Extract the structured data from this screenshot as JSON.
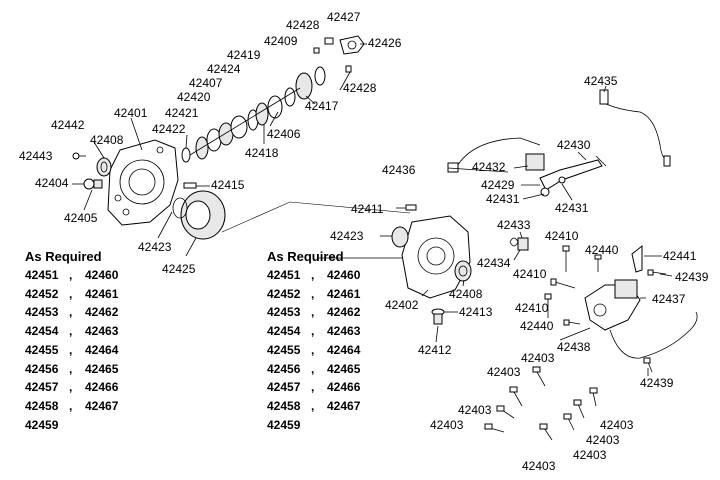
{
  "callouts": {
    "c42401": "42401",
    "c42402": "42402",
    "c42403a": "42403",
    "c42403b": "42403",
    "c42403c": "42403",
    "c42403d": "42403",
    "c42403e": "42403",
    "c42403f": "42403",
    "c42403g": "42403",
    "c42403h": "42403",
    "c42404": "42404",
    "c42405": "42405",
    "c42406": "42406",
    "c42407": "42407",
    "c42408a": "42408",
    "c42408b": "42408",
    "c42409": "42409",
    "c42410a": "42410",
    "c42410b": "42410",
    "c42410c": "42410",
    "c42411": "42411",
    "c42412": "42412",
    "c42413": "42413",
    "c42415": "42415",
    "c42417": "42417",
    "c42418": "42418",
    "c42419": "42419",
    "c42420": "42420",
    "c42421": "42421",
    "c42422": "42422",
    "c42423a": "42423",
    "c42423b": "42423",
    "c42424": "42424",
    "c42425": "42425",
    "c42426": "42426",
    "c42427": "42427",
    "c42428a": "42428",
    "c42428b": "42428",
    "c42429": "42429",
    "c42430": "42430",
    "c42431a": "42431",
    "c42431b": "42431",
    "c42432": "42432",
    "c42433": "42433",
    "c42434": "42434",
    "c42435": "42435",
    "c42436": "42436",
    "c42437": "42437",
    "c42438": "42438",
    "c42439a": "42439",
    "c42439b": "42439",
    "c42440a": "42440",
    "c42440b": "42440",
    "c42441": "42441",
    "c42442": "42442",
    "c42443": "42443"
  },
  "left_table": {
    "heading": "As Required",
    "rows": [
      {
        "a": "42451",
        "sep": ",",
        "b": "42460"
      },
      {
        "a": "42452",
        "sep": ",",
        "b": "42461"
      },
      {
        "a": "42453",
        "sep": ",",
        "b": "42462"
      },
      {
        "a": "42454",
        "sep": ",",
        "b": "42463"
      },
      {
        "a": "42455",
        "sep": ",",
        "b": "42464"
      },
      {
        "a": "42456",
        "sep": ",",
        "b": "42465"
      },
      {
        "a": "42457",
        "sep": ",",
        "b": "42466"
      },
      {
        "a": "42458",
        "sep": ",",
        "b": "42467"
      },
      {
        "a": "42459",
        "sep": "",
        "b": ""
      }
    ]
  },
  "right_table": {
    "heading": "As Required",
    "rows": [
      {
        "a": "42451",
        "sep": ",",
        "b": "42460"
      },
      {
        "a": "42452",
        "sep": ",",
        "b": "42461"
      },
      {
        "a": "42453",
        "sep": ",",
        "b": "42462"
      },
      {
        "a": "42454",
        "sep": ",",
        "b": "42463"
      },
      {
        "a": "42455",
        "sep": ",",
        "b": "42464"
      },
      {
        "a": "42456",
        "sep": ",",
        "b": "42465"
      },
      {
        "a": "42457",
        "sep": ",",
        "b": "42466"
      },
      {
        "a": "42458",
        "sep": ",",
        "b": "42467"
      },
      {
        "a": "42459",
        "sep": "",
        "b": ""
      }
    ]
  }
}
